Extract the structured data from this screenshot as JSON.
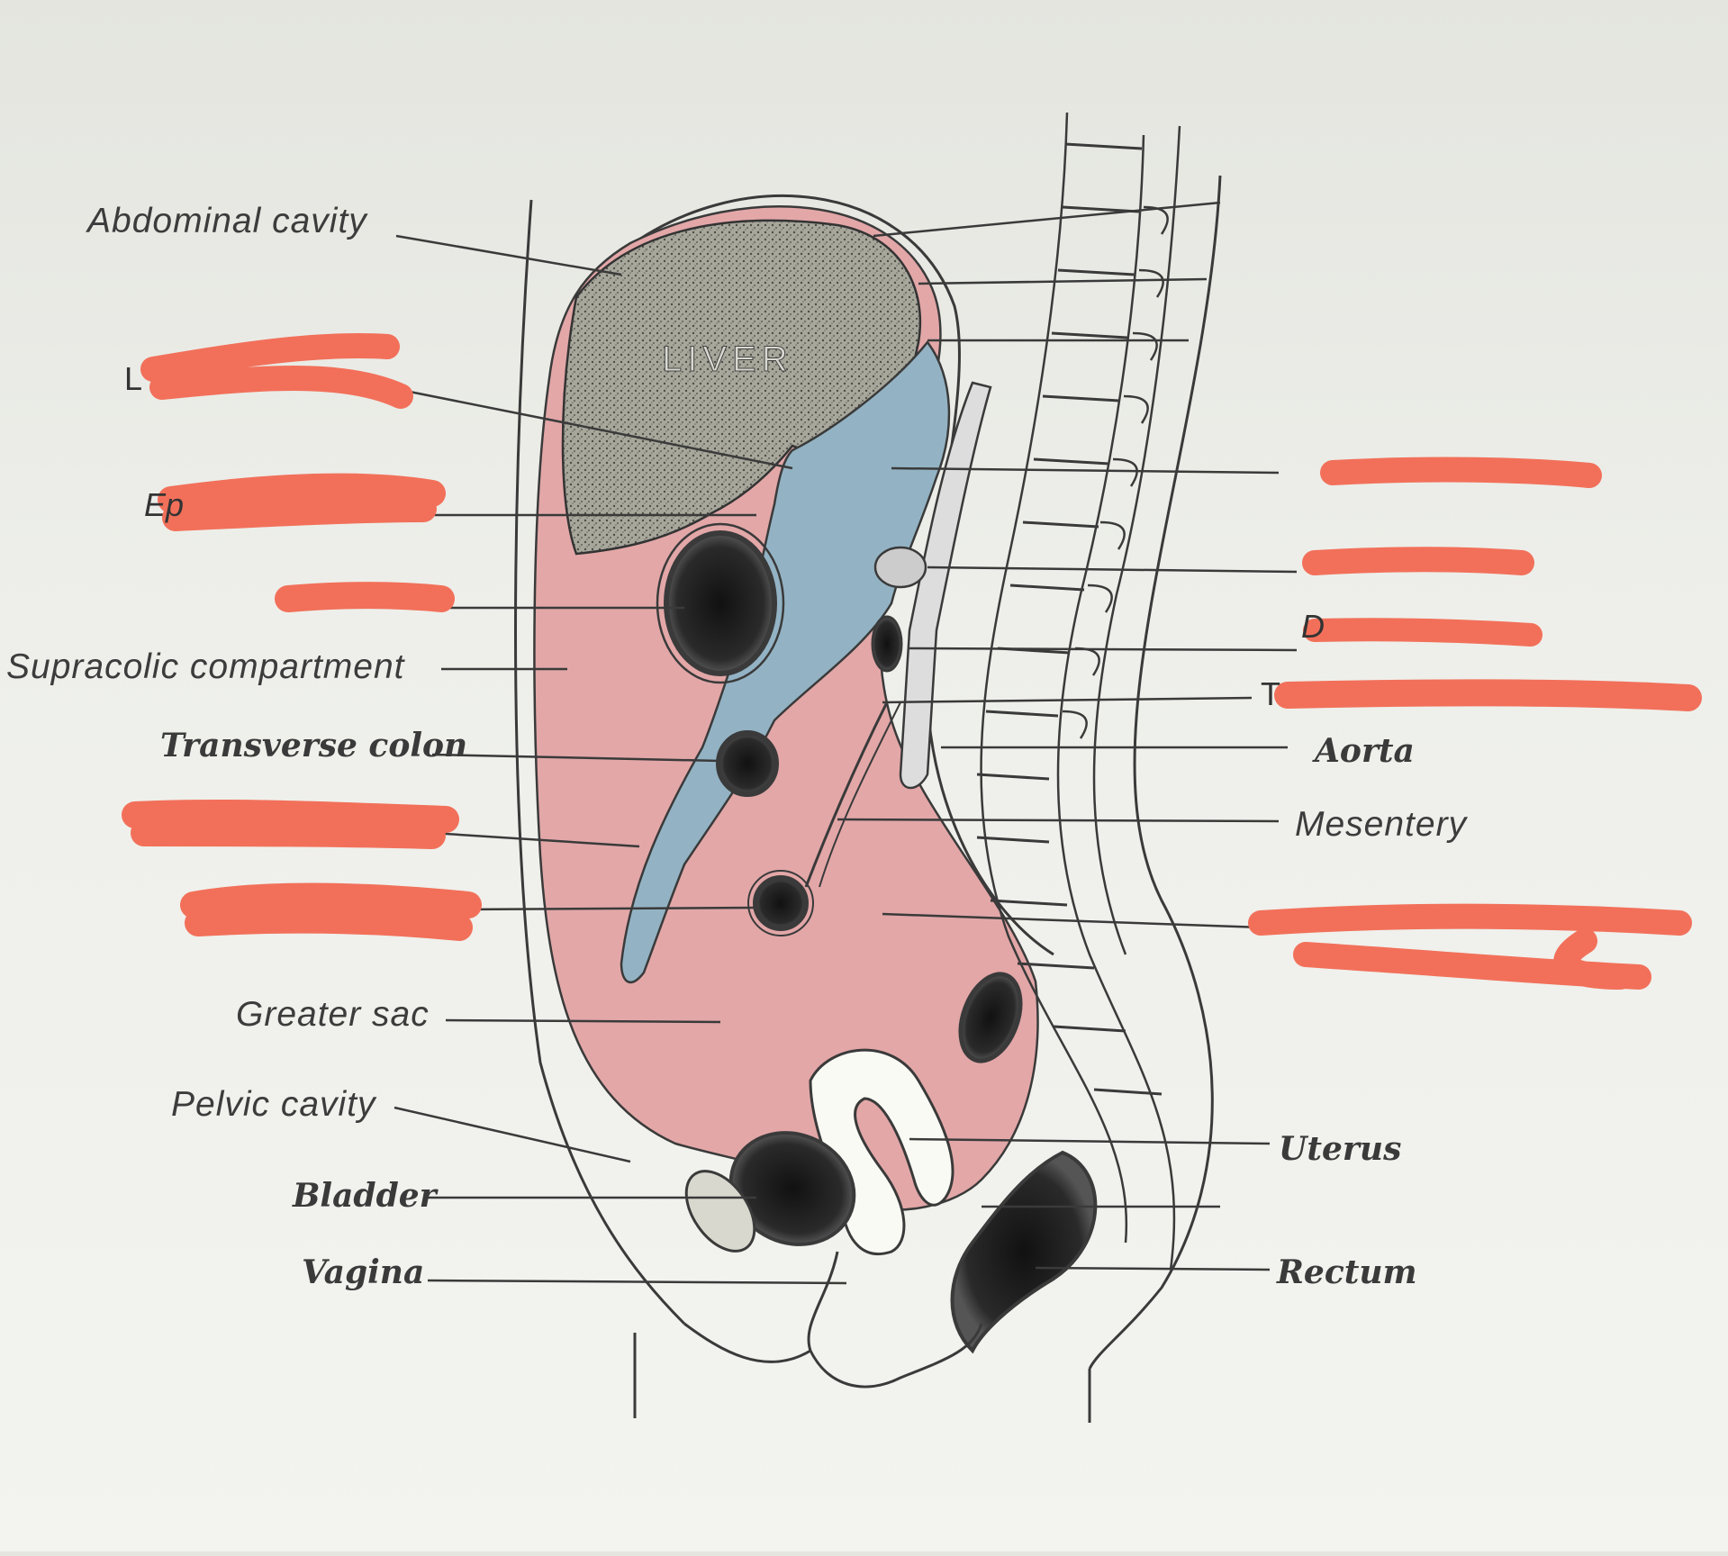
{
  "diagram": {
    "organ_label": "LIVER",
    "labels_left": [
      {
        "key": "abdominal_cavity",
        "text": "Abdominal cavity"
      },
      {
        "key": "supracolic",
        "text": "Supracolic compartment"
      },
      {
        "key": "transverse_colon",
        "text": "Transverse colon"
      },
      {
        "key": "greater_sac",
        "text": "Greater sac"
      },
      {
        "key": "pelvic_cavity",
        "text": "Pelvic cavity"
      },
      {
        "key": "bladder",
        "text": "Bladder"
      },
      {
        "key": "vagina",
        "text": "Vagina"
      }
    ],
    "labels_right": [
      {
        "key": "aorta",
        "text": "Aorta"
      },
      {
        "key": "mesentery",
        "text": "Mesentery"
      },
      {
        "key": "uterus",
        "text": "Uterus"
      },
      {
        "key": "rectum",
        "text": "Rectum"
      }
    ],
    "partial_fragments": [
      "L",
      "Ep",
      "T",
      "D"
    ],
    "colors": {
      "peritoneal_cavity": "#e3a7a8",
      "lesser_sac": "#93b3c4",
      "liver": "#9a9a8e",
      "redaction": "#f2705a",
      "line": "#3a3a3a"
    }
  }
}
